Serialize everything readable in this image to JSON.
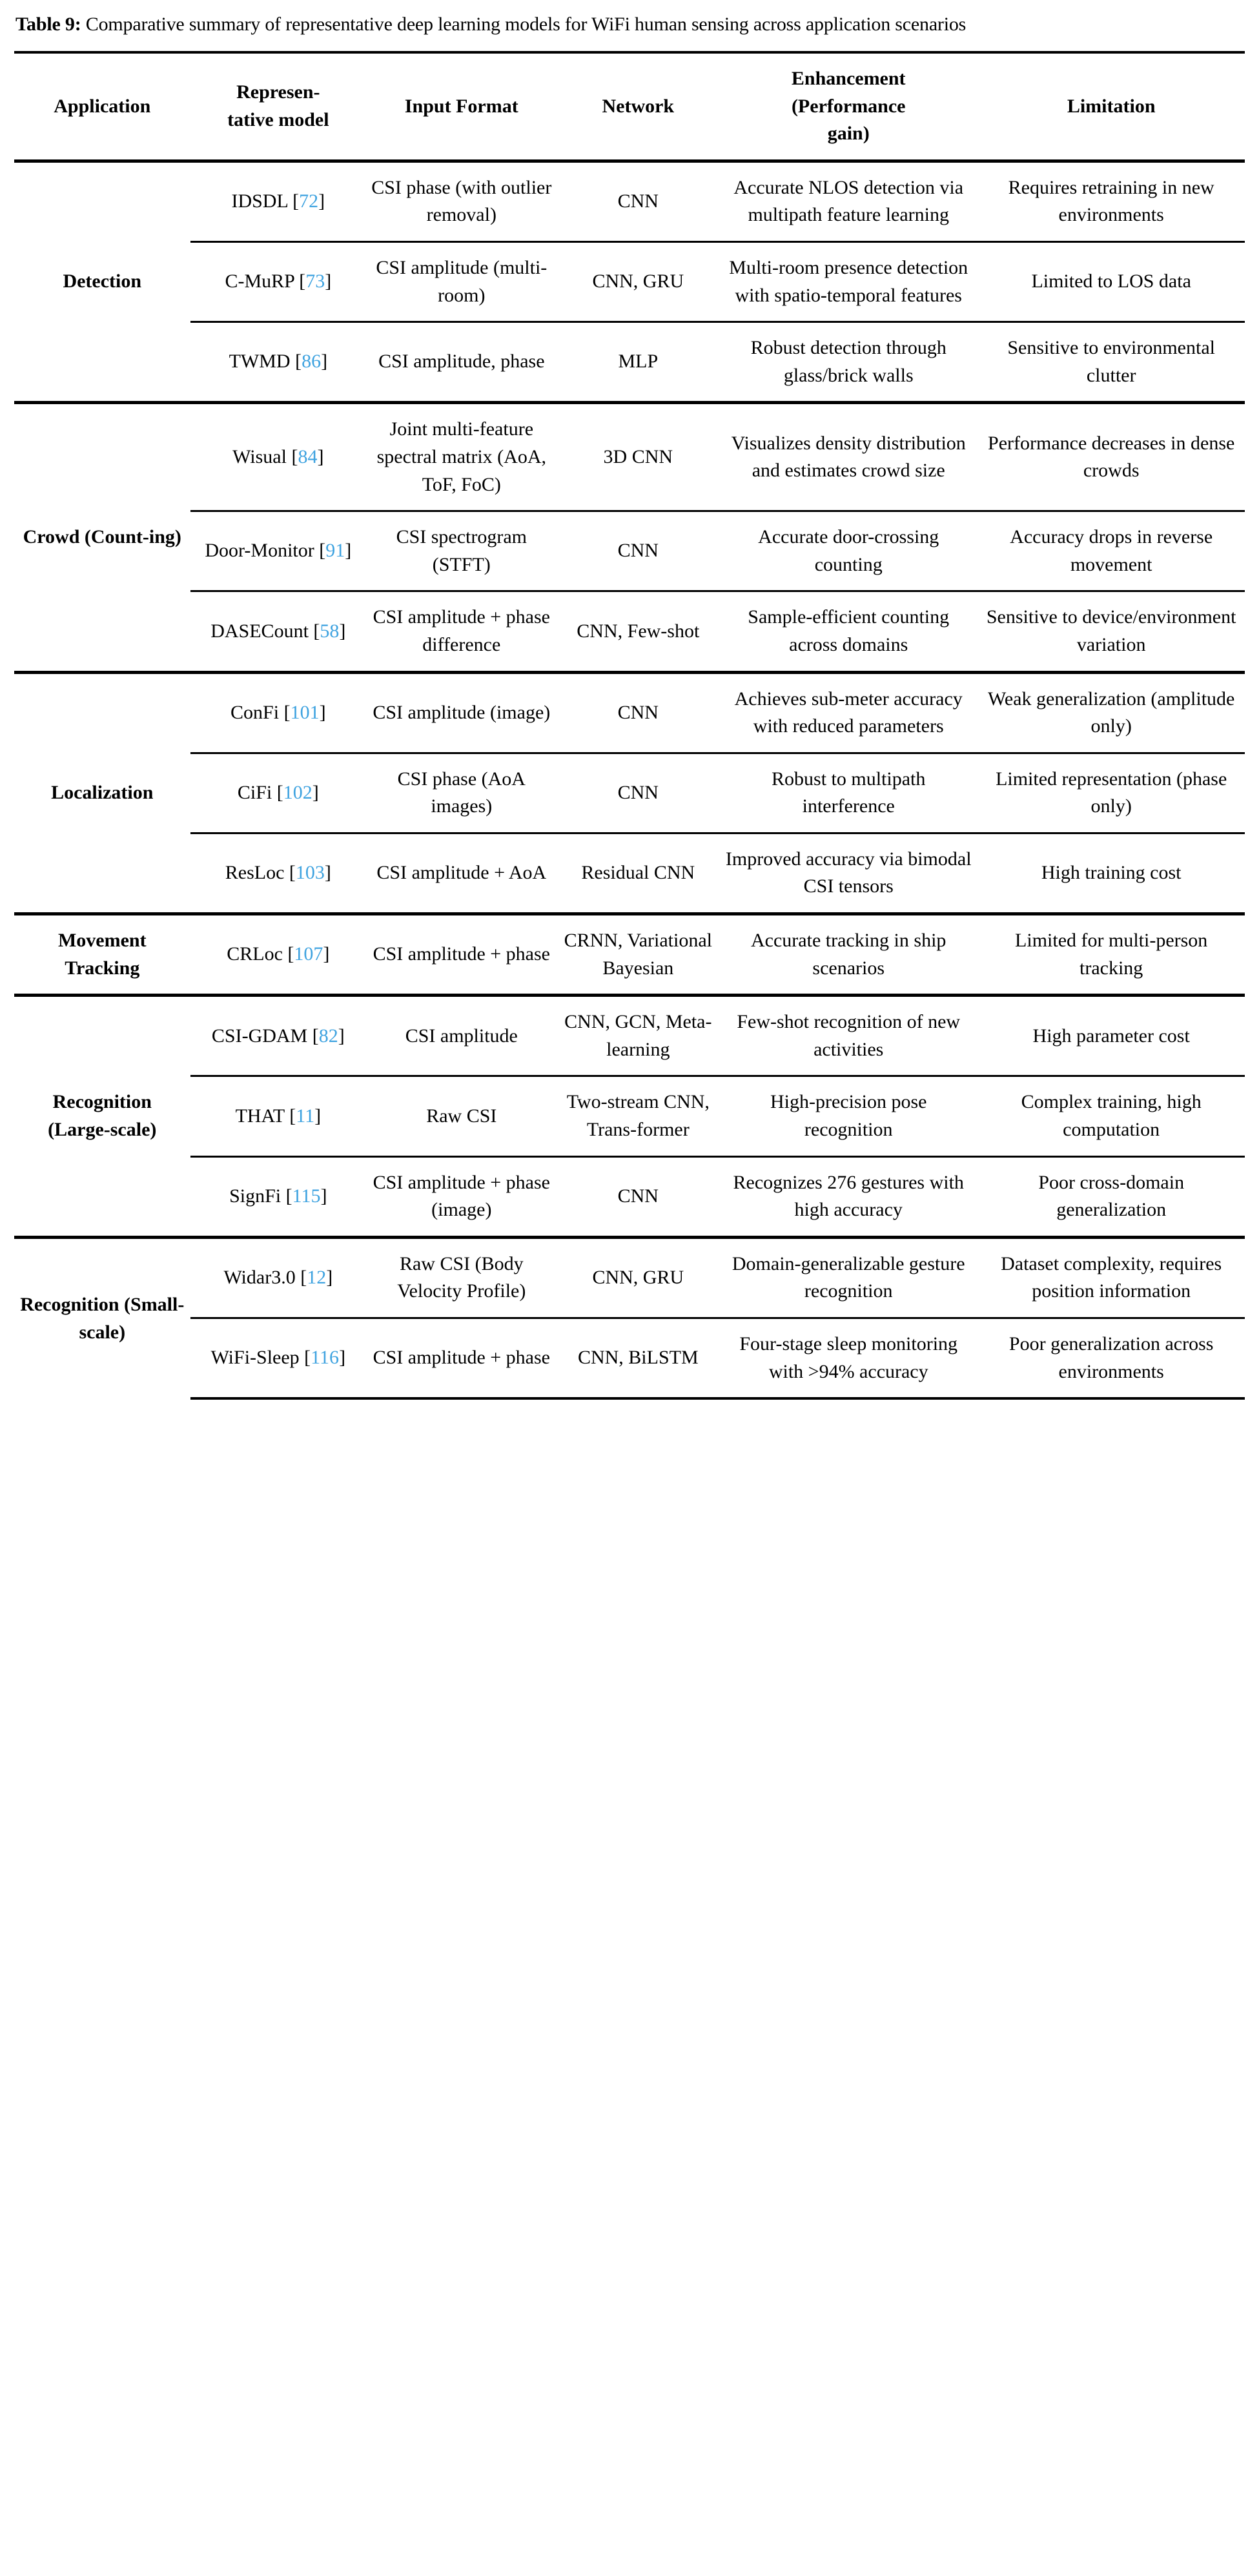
{
  "caption": {
    "label": "Table 9:",
    "text": " Comparative summary of representative deep learning models for WiFi human sensing across application scenarios"
  },
  "colors": {
    "citation_link": "#3FA3E0",
    "rule": "#000000",
    "text": "#000000",
    "background": "#FFFFFF"
  },
  "columns": [
    "Application",
    "Representative model",
    "Input Format",
    "Network",
    "Enhancement (Performance gain)",
    "Limitation"
  ],
  "headers": {
    "application": "Application",
    "model_line1": "Represen-",
    "model_line2": "tative model",
    "input_format": "Input Format",
    "network": "Network",
    "enhancement_line1": "Enhancement",
    "enhancement_line2": "(Performance",
    "enhancement_line3": "gain)",
    "limitation": "Limitation"
  },
  "groups": [
    {
      "application": "Detection",
      "rows": [
        {
          "model": "IDSDL",
          "cite": "72",
          "input": "CSI phase (with outlier removal)",
          "network": "CNN",
          "enhancement": "Accurate NLOS detection via multipath feature learning",
          "limitation": "Requires retraining in new environments"
        },
        {
          "model": "C-MuRP",
          "cite": "73",
          "input": "CSI amplitude (multi-room)",
          "network": "CNN, GRU",
          "enhancement": "Multi-room presence detection with spatio-temporal features",
          "limitation": "Limited to LOS data"
        },
        {
          "model": "TWMD",
          "cite": "86",
          "input": "CSI amplitude, phase",
          "network": "MLP",
          "enhancement": "Robust detection through glass/brick walls",
          "limitation": "Sensitive to environmental clutter"
        }
      ]
    },
    {
      "application": "Crowd (Count-ing)",
      "rows": [
        {
          "model": "Wisual",
          "cite": "84",
          "input": "Joint multi-feature spectral matrix (AoA, ToF, FoC)",
          "network": "3D CNN",
          "enhancement": "Visualizes density distribution and estimates crowd size",
          "limitation": "Performance decreases in dense crowds"
        },
        {
          "model": "Door-Monitor",
          "cite": "91",
          "input": "CSI spectrogram (STFT)",
          "network": "CNN",
          "enhancement": "Accurate door-crossing counting",
          "limitation": "Accuracy drops in reverse movement"
        },
        {
          "model": "DASECount",
          "cite": "58",
          "input": "CSI amplitude + phase difference",
          "network": "CNN, Few-shot",
          "enhancement": "Sample-efficient counting across domains",
          "limitation": "Sensitive to device/environment variation"
        }
      ]
    },
    {
      "application": "Localization",
      "rows": [
        {
          "model": "ConFi",
          "cite": "101",
          "input": "CSI amplitude (image)",
          "network": "CNN",
          "enhancement": "Achieves sub-meter accuracy with reduced parameters",
          "limitation": "Weak generalization (amplitude only)"
        },
        {
          "model": "CiFi",
          "cite": "102",
          "input": "CSI phase (AoA images)",
          "network": "CNN",
          "enhancement": "Robust to multipath interference",
          "limitation": "Limited representation (phase only)"
        },
        {
          "model": "ResLoc",
          "cite": "103",
          "input": "CSI amplitude + AoA",
          "network": "Residual CNN",
          "enhancement": "Improved accuracy via bimodal CSI tensors",
          "limitation": "High training cost"
        }
      ]
    },
    {
      "application": "Movement Tracking",
      "rows": [
        {
          "model": "CRLoc",
          "cite": "107",
          "input": "CSI amplitude + phase",
          "network": "CRNN, Variational Bayesian",
          "enhancement": "Accurate tracking in ship scenarios",
          "limitation": "Limited for multi-person tracking"
        }
      ]
    },
    {
      "application": "Recognition (Large-scale)",
      "rows": [
        {
          "model": "CSI-GDAM",
          "cite": "82",
          "input": "CSI amplitude",
          "network": "CNN, GCN, Meta-learning",
          "enhancement": "Few-shot recognition of new activities",
          "limitation": "High parameter cost"
        },
        {
          "model": "THAT",
          "cite": "11",
          "input": "Raw CSI",
          "network": "Two-stream CNN, Trans-former",
          "enhancement": "High-precision pose recognition",
          "limitation": "Complex training, high computation"
        },
        {
          "model": "SignFi",
          "cite": "115",
          "input": "CSI amplitude + phase (image)",
          "network": "CNN",
          "enhancement": "Recognizes 276 gestures with high accuracy",
          "limitation": "Poor cross-domain generalization"
        }
      ]
    },
    {
      "application": "Recognition (Small-scale)",
      "rows": [
        {
          "model": "Widar3.0",
          "cite": "12",
          "input": "Raw CSI (Body Velocity Profile)",
          "network": "CNN, GRU",
          "enhancement": "Domain-generalizable gesture recognition",
          "limitation": "Dataset complexity, requires position information"
        },
        {
          "model": "WiFi-Sleep",
          "cite": "116",
          "input": "CSI amplitude + phase",
          "network": "CNN, BiLSTM",
          "enhancement": "Four-stage sleep monitoring with >94% accuracy",
          "limitation": "Poor generalization across environments"
        }
      ]
    }
  ]
}
